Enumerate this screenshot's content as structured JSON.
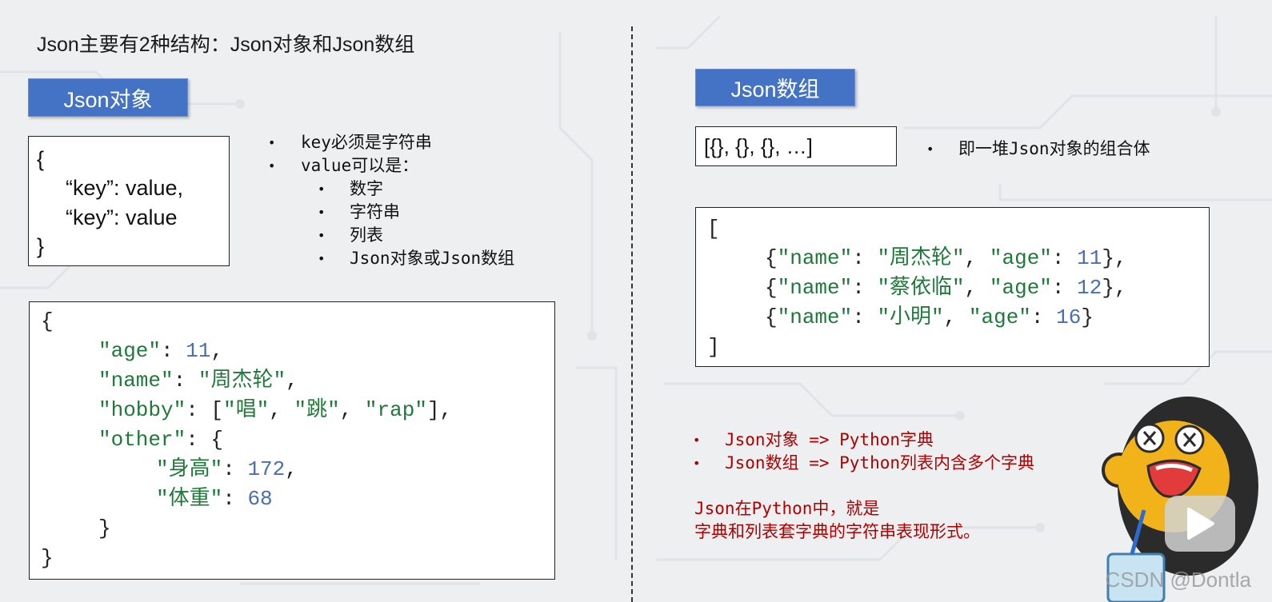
{
  "heading": "Json主要有2种结构：Json对象和Json数组",
  "left": {
    "label": "Json对象",
    "template_lines": [
      "{",
      "“key”: value,",
      "“key”: value",
      "}"
    ],
    "bullets": [
      "key必须是字符串",
      "value可以是："
    ],
    "sub_bullets": [
      "数字",
      "字符串",
      "列表",
      "Json对象或Json数组"
    ],
    "example": {
      "open": "{",
      "k_age": "\"age\"",
      "v_age": "11",
      "k_name": "\"name\"",
      "v_name": "\"周杰轮\"",
      "k_hobby": "\"hobby\"",
      "hobby_items": [
        "\"唱\"",
        "\"跳\"",
        "\"rap\""
      ],
      "k_other": "\"other\"",
      "k_height": "\"身高\"",
      "v_height": "172",
      "k_weight": "\"体重\"",
      "v_weight": "68",
      "close_inner": "}",
      "close": "}"
    }
  },
  "right": {
    "label": "Json数组",
    "array_shape": "[{}, {}, {}, …]",
    "array_desc": "即一堆Json对象的组合体",
    "example": {
      "open": "[",
      "rows": [
        {
          "name": "\"周杰轮\"",
          "age": "11",
          "end": "},"
        },
        {
          "name": "\"蔡依临\"",
          "age": "12",
          "end": "},"
        },
        {
          "name": "\"小明\"",
          "age": "16",
          "end": "}"
        }
      ],
      "k_name": "\"name\"",
      "k_age": "\"age\"",
      "close": "]"
    },
    "mapping": [
      "Json对象 => Python字典",
      "Json数组 => Python列表内含多个字典"
    ],
    "summary": [
      "Json在Python中，就是",
      "字典和列表套字典的字符串表现形式。"
    ]
  },
  "watermark": "CSDN @Dontla",
  "colors": {
    "label_bg": "#4472c4",
    "code_key": "#1f7a3a",
    "code_number": "#4a6fb0",
    "note_red": "#b00000"
  },
  "icons": [
    "monkey-mascot-icon",
    "play-icon"
  ]
}
